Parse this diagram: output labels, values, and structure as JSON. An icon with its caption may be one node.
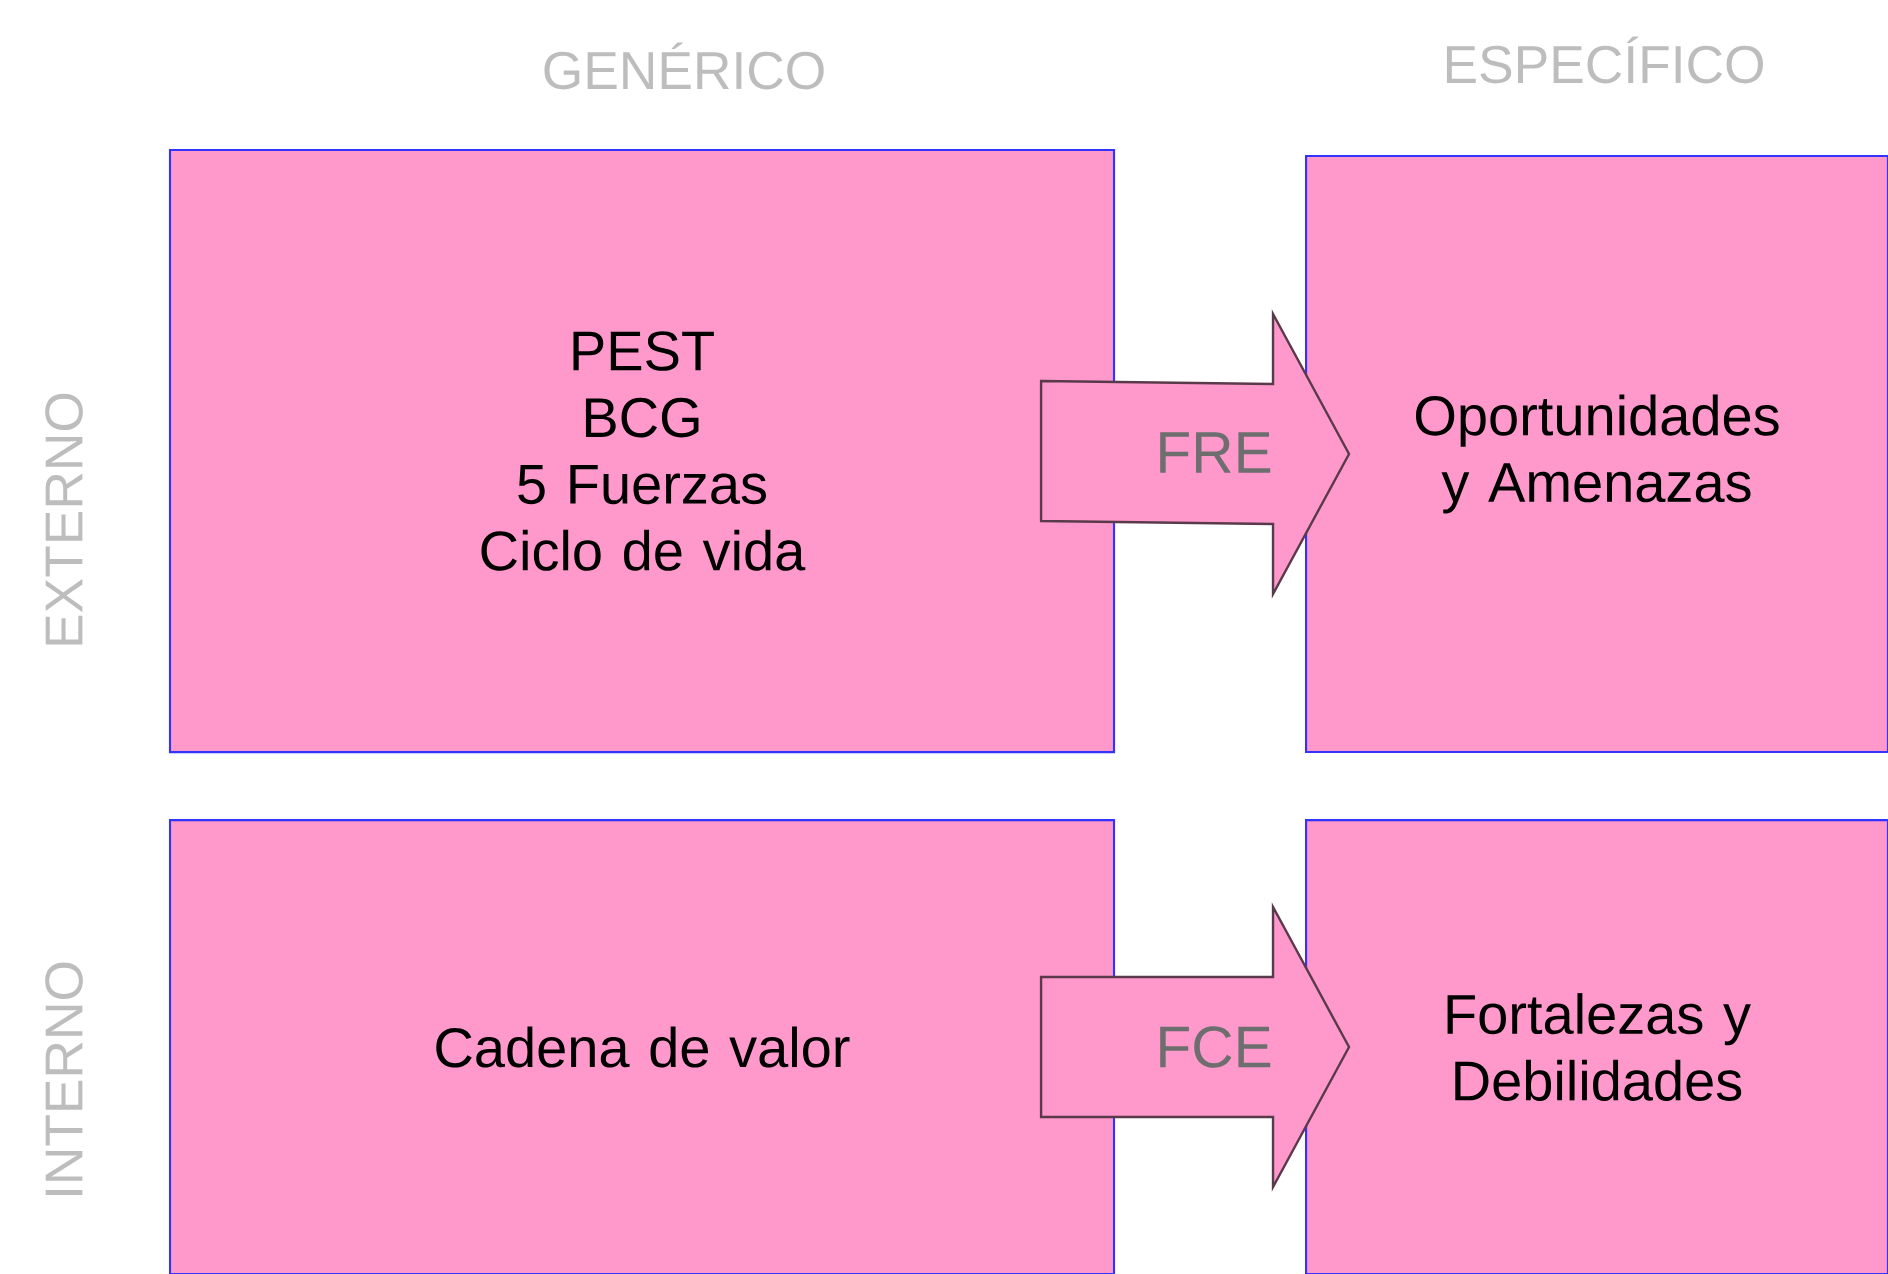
{
  "diagram": {
    "nodes": [
      {
        "text": [
          "PEST",
          "BCG",
          "5 Fuerzas",
          "Ciclo de vida"
        ]
      },
      {
        "text": [
          "Oportunidades y Amenazas"
        ]
      },
      {
        "text": [
          "Cadena de valor"
        ]
      },
      {
        "text": [
          "Fortalezas y Debilidades"
        ]
      }
    ],
    "edges": [
      {
        "from": 0,
        "to": 1,
        "arrow": "to",
        "label": "FRE"
      },
      {
        "from": 2,
        "to": 3,
        "arrow": "to",
        "label": "FCE"
      }
    ],
    "labels": [
      "GENÉRICO",
      "ESPECÍFICO",
      "EXTERNO",
      "INTERNO"
    ]
  }
}
